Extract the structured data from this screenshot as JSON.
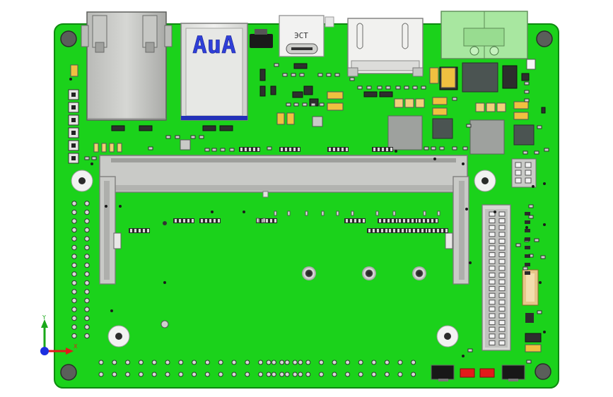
{
  "viewport": {
    "background": "#ffffff",
    "scene": "pcb-carrier-board-3d-view"
  },
  "board": {
    "pcb_color": "#1bd21b",
    "pcb_edge_color": "#0e8a10",
    "hole_color": "#5a5f5a",
    "connector_gray": "#c9cac7",
    "silk_white": "#f4f4f4"
  },
  "connectors": {
    "usb_c_label": "ЭСТ",
    "usb3_marking": "AuA"
  },
  "triad": {
    "x_label": "X",
    "y_label": "Y",
    "x_color": "#e11b1b",
    "y_color": "#1aa81a",
    "z_color": "#1c2fe0"
  },
  "icons": {
    "triad": "axis-triad-icon"
  }
}
